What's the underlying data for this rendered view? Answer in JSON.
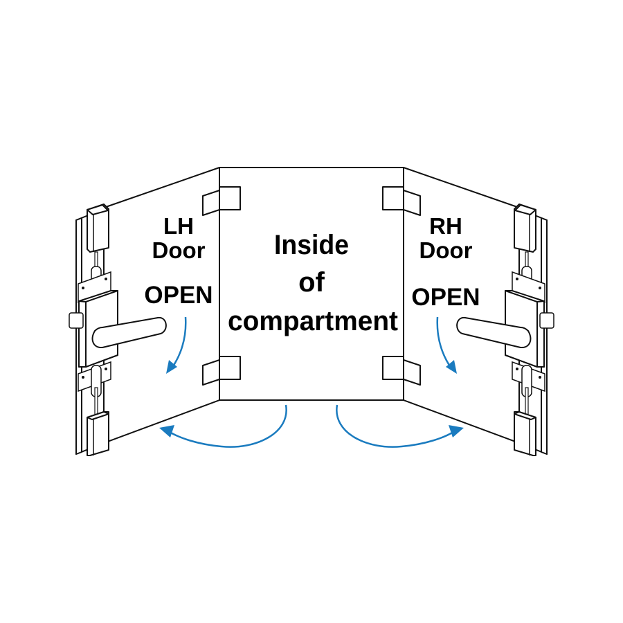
{
  "left_door": {
    "line1": "LH",
    "line2": "Door",
    "action": "OPEN"
  },
  "right_door": {
    "line1": "RH",
    "line2": "Door",
    "action": "OPEN"
  },
  "center": {
    "line1": "Inside",
    "line2": "of",
    "line3": "compartment"
  },
  "colors": {
    "arrow": "#1a7bbf",
    "line": "#111111"
  }
}
